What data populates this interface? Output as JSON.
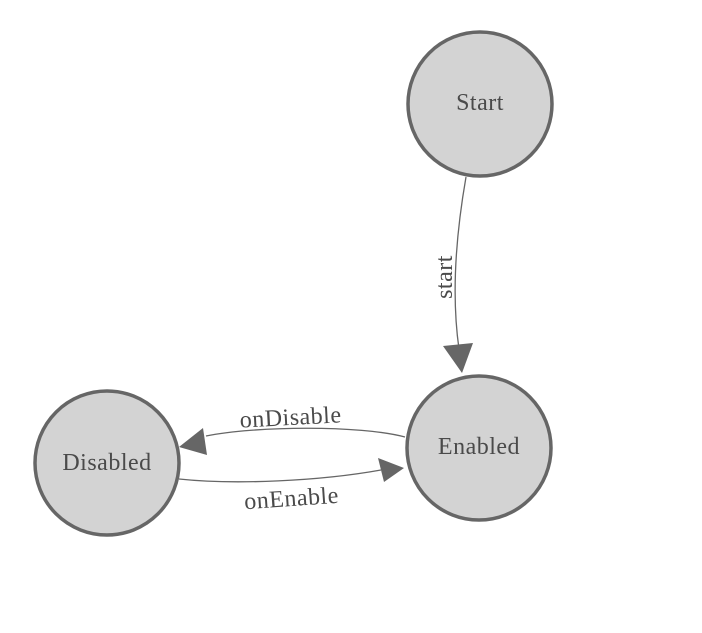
{
  "diagram": {
    "type": "state-machine",
    "background_color": "#ffffff",
    "node_fill_color": "#d3d3d3",
    "node_border_color": "#666666",
    "edge_color": "#666666",
    "text_color": "#4a4a4a",
    "nodes": [
      {
        "label": "Start"
      },
      {
        "label": "Enabled"
      },
      {
        "label": "Disabled"
      }
    ],
    "edges": [
      {
        "from": "Start",
        "to": "Enabled",
        "label": "start"
      },
      {
        "from": "Enabled",
        "to": "Disabled",
        "label": "onDisable"
      },
      {
        "from": "Disabled",
        "to": "Enabled",
        "label": "onEnable"
      }
    ]
  }
}
